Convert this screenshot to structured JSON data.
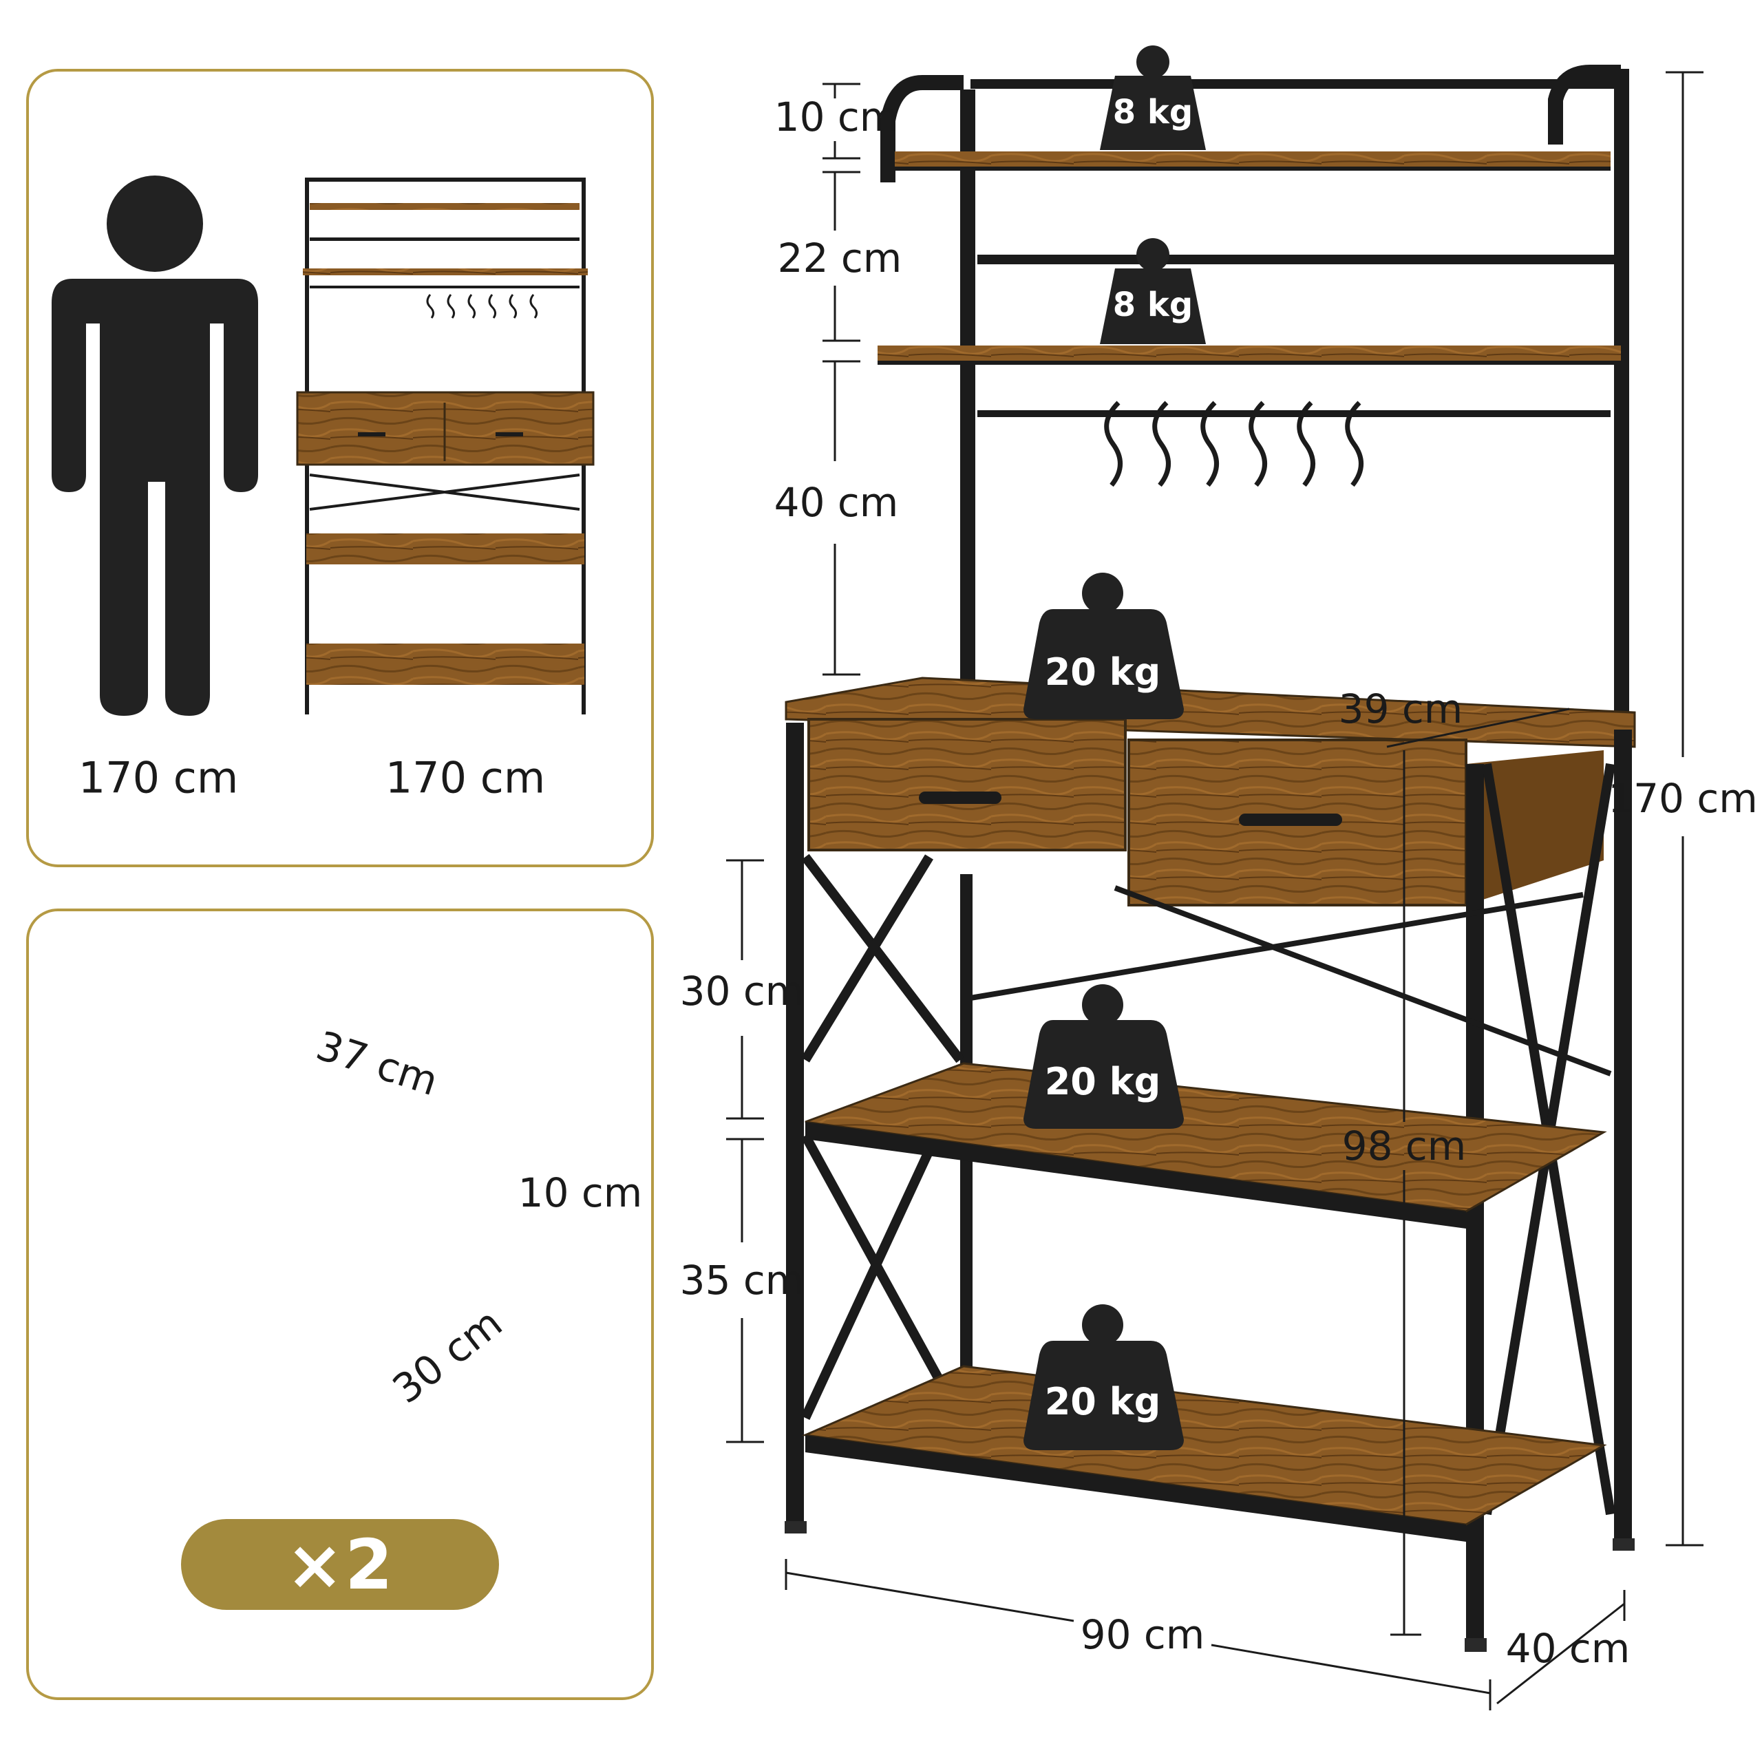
{
  "compare": {
    "person_height": "170 cm",
    "rack_height": "170 cm"
  },
  "drawer": {
    "width": "37 cm",
    "height": "10 cm",
    "depth": "30 cm",
    "quantity": "×2"
  },
  "rack": {
    "gap_top": "10 cm",
    "gap_2": "22 cm",
    "gap_3": "40 cm",
    "gap_4": "30 cm",
    "gap_5": "35 cm",
    "cabinet_depth": "39 cm",
    "counter_height": "98 cm",
    "total_height": "170 cm",
    "width": "90 cm",
    "depth": "40 cm"
  },
  "loads": {
    "top_shelf": "8 kg",
    "second_shelf": "8 kg",
    "cabinet_top": "20 kg",
    "middle_shelf": "20 kg",
    "bottom_shelf": "20 kg"
  },
  "colors": {
    "frame": "#1b1b1b",
    "wood": "#8a5a24",
    "wood_dark": "#5e3a14",
    "accent_gold": "#a38a3d",
    "panel_border": "#b59a44"
  },
  "icons": [
    "person-icon",
    "mini-rack-icon",
    "weight-icon",
    "s-hook-icon",
    "drawer-icon"
  ]
}
